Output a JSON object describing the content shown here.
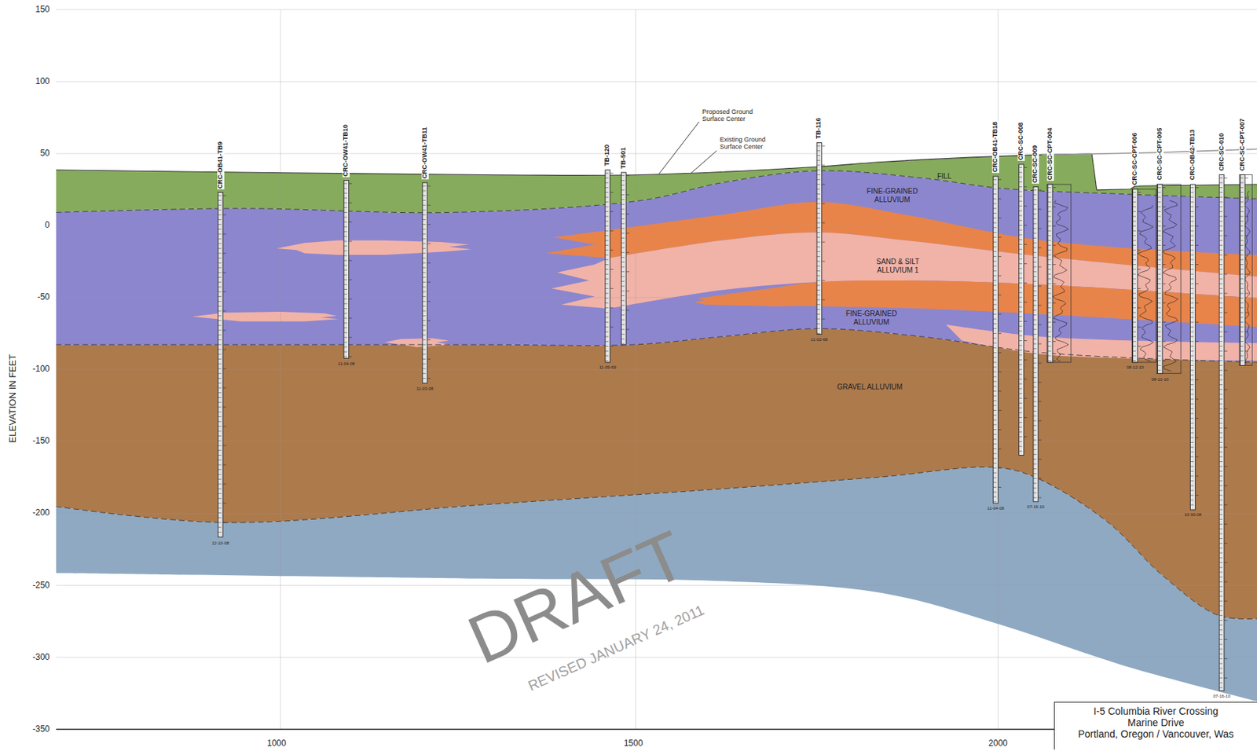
{
  "diagram": {
    "nodes": [
      {
        "text": [
          "FILL"
        ]
      },
      {
        "text": [
          "FINE-GRAINED ALLUVIUM"
        ]
      },
      {
        "text": [
          "SAND & SILT ALLUVIUM 1"
        ]
      },
      {
        "text": [
          "FINE-GRAINED ALLUVIUM"
        ]
      },
      {
        "text": [
          "GRAVEL ALLUVIUM"
        ]
      },
      {
        "text": [
          "I-5 Columbia River Crossing",
          "Marine Drive",
          "Portland, Oregon / Vancouver, Was"
        ]
      }
    ],
    "labels": [
      "150",
      "100",
      "50",
      "0",
      "-50",
      "-100",
      "-150",
      "-200",
      "-250",
      "-300",
      "-350",
      "1000",
      "1500",
      "2000",
      "ELEVATION IN FEET",
      "Proposed Ground Surface Center",
      "Existing Ground Surface Center",
      "CRC-OB41-TB9",
      "CRC-OW41-TB10",
      "CRC-OW41-TB11",
      "TB-120",
      "TB-501",
      "TB-116",
      "CRC-OB41-TB18",
      "CRC-SC-008",
      "CRC-SC-009",
      "CRC-SC-CPT-004",
      "CRC-SC-CPT-006",
      "CRC-SC-CPT-005",
      "CRC-OB42-TB13",
      "CRC-SC-010",
      "CRC-SC-CPT-007",
      "12-10-08",
      "11-04-08",
      "11-03-08",
      "11-09-69",
      "11-02-68",
      "11-04-08",
      "07-15-10",
      "10-30-08",
      "07-16-10",
      "08-12-10",
      "08-12-10",
      "DRAFT",
      "REVISED JANUARY 24, 2011"
    ]
  }
}
